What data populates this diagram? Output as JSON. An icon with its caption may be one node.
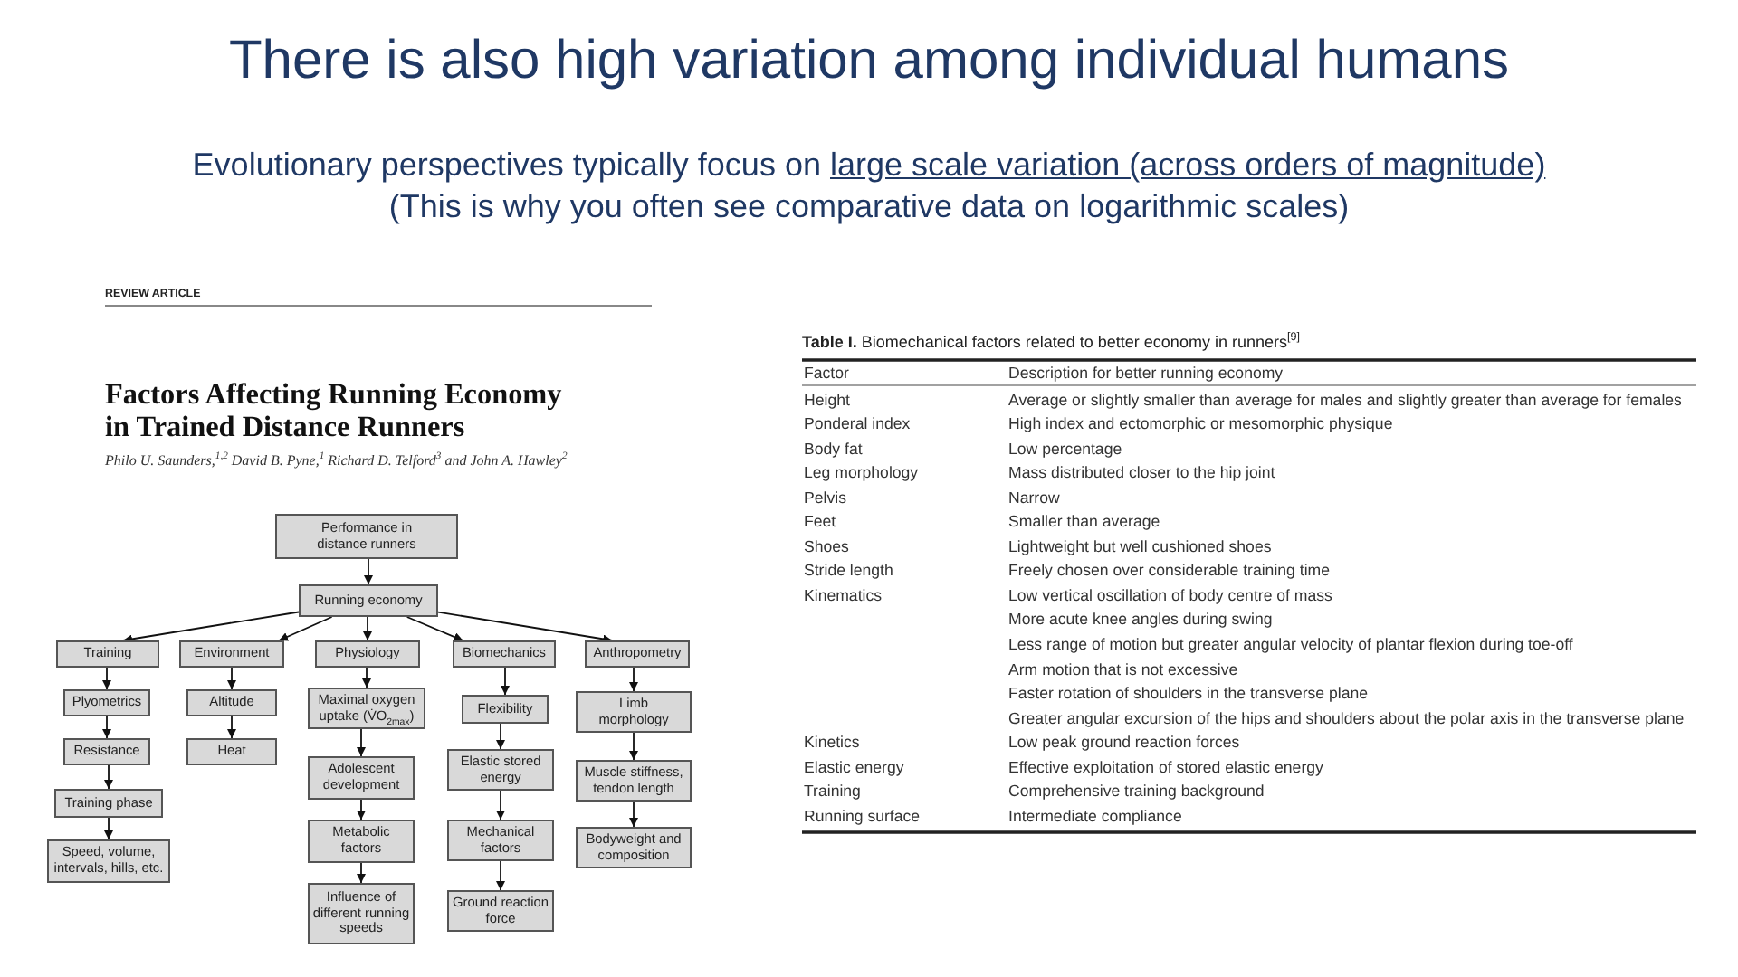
{
  "diagram": {
    "title": "There is also high variation among individual humans",
    "nodes": [
      {
        "text": [
          "Performance in distance runners"
        ]
      },
      {
        "text": [
          "Running economy"
        ]
      },
      {
        "text": [
          "Training"
        ]
      },
      {
        "text": [
          "Environment"
        ]
      },
      {
        "text": [
          "Physiology"
        ]
      },
      {
        "text": [
          "Biomechanics"
        ]
      },
      {
        "text": [
          "Anthropometry"
        ]
      },
      {
        "text": [
          "Plyometrics"
        ]
      },
      {
        "text": [
          "Resistance"
        ]
      },
      {
        "text": [
          "Training phase"
        ]
      },
      {
        "text": [
          "Speed, volume, intervals, hills, etc."
        ]
      },
      {
        "text": [
          "Altitude"
        ]
      },
      {
        "text": [
          "Heat"
        ]
      },
      {
        "text": [
          "Maximal oxygen uptake (V̇O$_{2max}$)"
        ]
      },
      {
        "text": [
          "Adolescent development"
        ]
      },
      {
        "text": [
          "Metabolic factors"
        ]
      },
      {
        "text": [
          "Influence of different running speeds"
        ]
      },
      {
        "text": [
          "Flexibility"
        ]
      },
      {
        "text": [
          "Elastic stored energy"
        ]
      },
      {
        "text": [
          "Mechanical factors"
        ]
      },
      {
        "text": [
          "Ground reaction force"
        ]
      },
      {
        "text": [
          "Limb morphology"
        ]
      },
      {
        "text": [
          "Muscle stiffness, tendon length"
        ]
      },
      {
        "text": [
          "Bodyweight and composition"
        ]
      }
    ],
    "edges": [
      {
        "from": 0,
        "to": 1,
        "arrow": "to"
      },
      {
        "from": 1,
        "to": 2,
        "arrow": "to"
      },
      {
        "from": 1,
        "to": 3,
        "arrow": "to"
      },
      {
        "from": 1,
        "to": 4,
        "arrow": "to"
      },
      {
        "from": 1,
        "to": 5,
        "arrow": "to"
      },
      {
        "from": 1,
        "to": 6,
        "arrow": "to"
      },
      {
        "from": 2,
        "to": 7,
        "arrow": "to"
      },
      {
        "from": 7,
        "to": 8,
        "arrow": "to"
      },
      {
        "from": 8,
        "to": 9,
        "arrow": "to"
      },
      {
        "from": 9,
        "to": 10,
        "arrow": "to"
      },
      {
        "from": 3,
        "to": 11,
        "arrow": "to"
      },
      {
        "from": 11,
        "to": 12,
        "arrow": "to"
      },
      {
        "from": 4,
        "to": 13,
        "arrow": "to"
      },
      {
        "from": 13,
        "to": 14,
        "arrow": "to"
      },
      {
        "from": 14,
        "to": 15,
        "arrow": "to"
      },
      {
        "from": 15,
        "to": 16,
        "arrow": "to"
      },
      {
        "from": 5,
        "to": 17,
        "arrow": "to"
      },
      {
        "from": 17,
        "to": 18,
        "arrow": "to"
      },
      {
        "from": 18,
        "to": 19,
        "arrow": "to"
      },
      {
        "from": 19,
        "to": 20,
        "arrow": "to"
      },
      {
        "from": 6,
        "to": 21,
        "arrow": "to"
      },
      {
        "from": 21,
        "to": 22,
        "arrow": "to"
      },
      {
        "from": 22,
        "to": 23,
        "arrow": "to"
      }
    ],
    "labels": [
      "Evolutionary perspectives typically focus on",
      "large scale variation (across orders of magnitude)",
      "(This is why you often see comparative data on logarithmic scales)",
      "REVIEW ARTICLE",
      "Factors Affecting Running Economy in Trained Distance Runners",
      "Philo U. Saunders,$^{1,2}$ David B. Pyne,$^{1}$ Richard D. Telford$^{3}$ and John A. Hawley$^{2}$",
      "**Table I.** Biomechanical factors related to better economy in runners$^{[9]}$",
      "Factor",
      "Description for better running economy",
      "Height",
      "Average or slightly smaller than average for males and slightly greater than average for females",
      "Ponderal index",
      "High index and ectomorphic or mesomorphic physique",
      "Body fat",
      "Low percentage",
      "Leg morphology",
      "Mass distributed closer to the hip joint",
      "Pelvis",
      "Narrow",
      "Feet",
      "Smaller than average",
      "Shoes",
      "Lightweight but well cushioned shoes",
      "Stride length",
      "Freely chosen over considerable training time",
      "Kinematics",
      "Low vertical oscillation of body centre of mass",
      "More acute knee angles during swing",
      "Less range of motion but greater angular velocity of plantar flexion during toe-off",
      "Arm motion that is not excessive",
      "Faster rotation of shoulders in the transverse plane",
      "Greater angular excursion of the hips and shoulders about the polar axis in the transverse plane",
      "Kinetics",
      "Low peak ground reaction forces",
      "Elastic energy",
      "Effective exploitation of stored elastic energy",
      "Training",
      "Comprehensive training background",
      "Running surface",
      "Intermediate compliance"
    ]
  }
}
